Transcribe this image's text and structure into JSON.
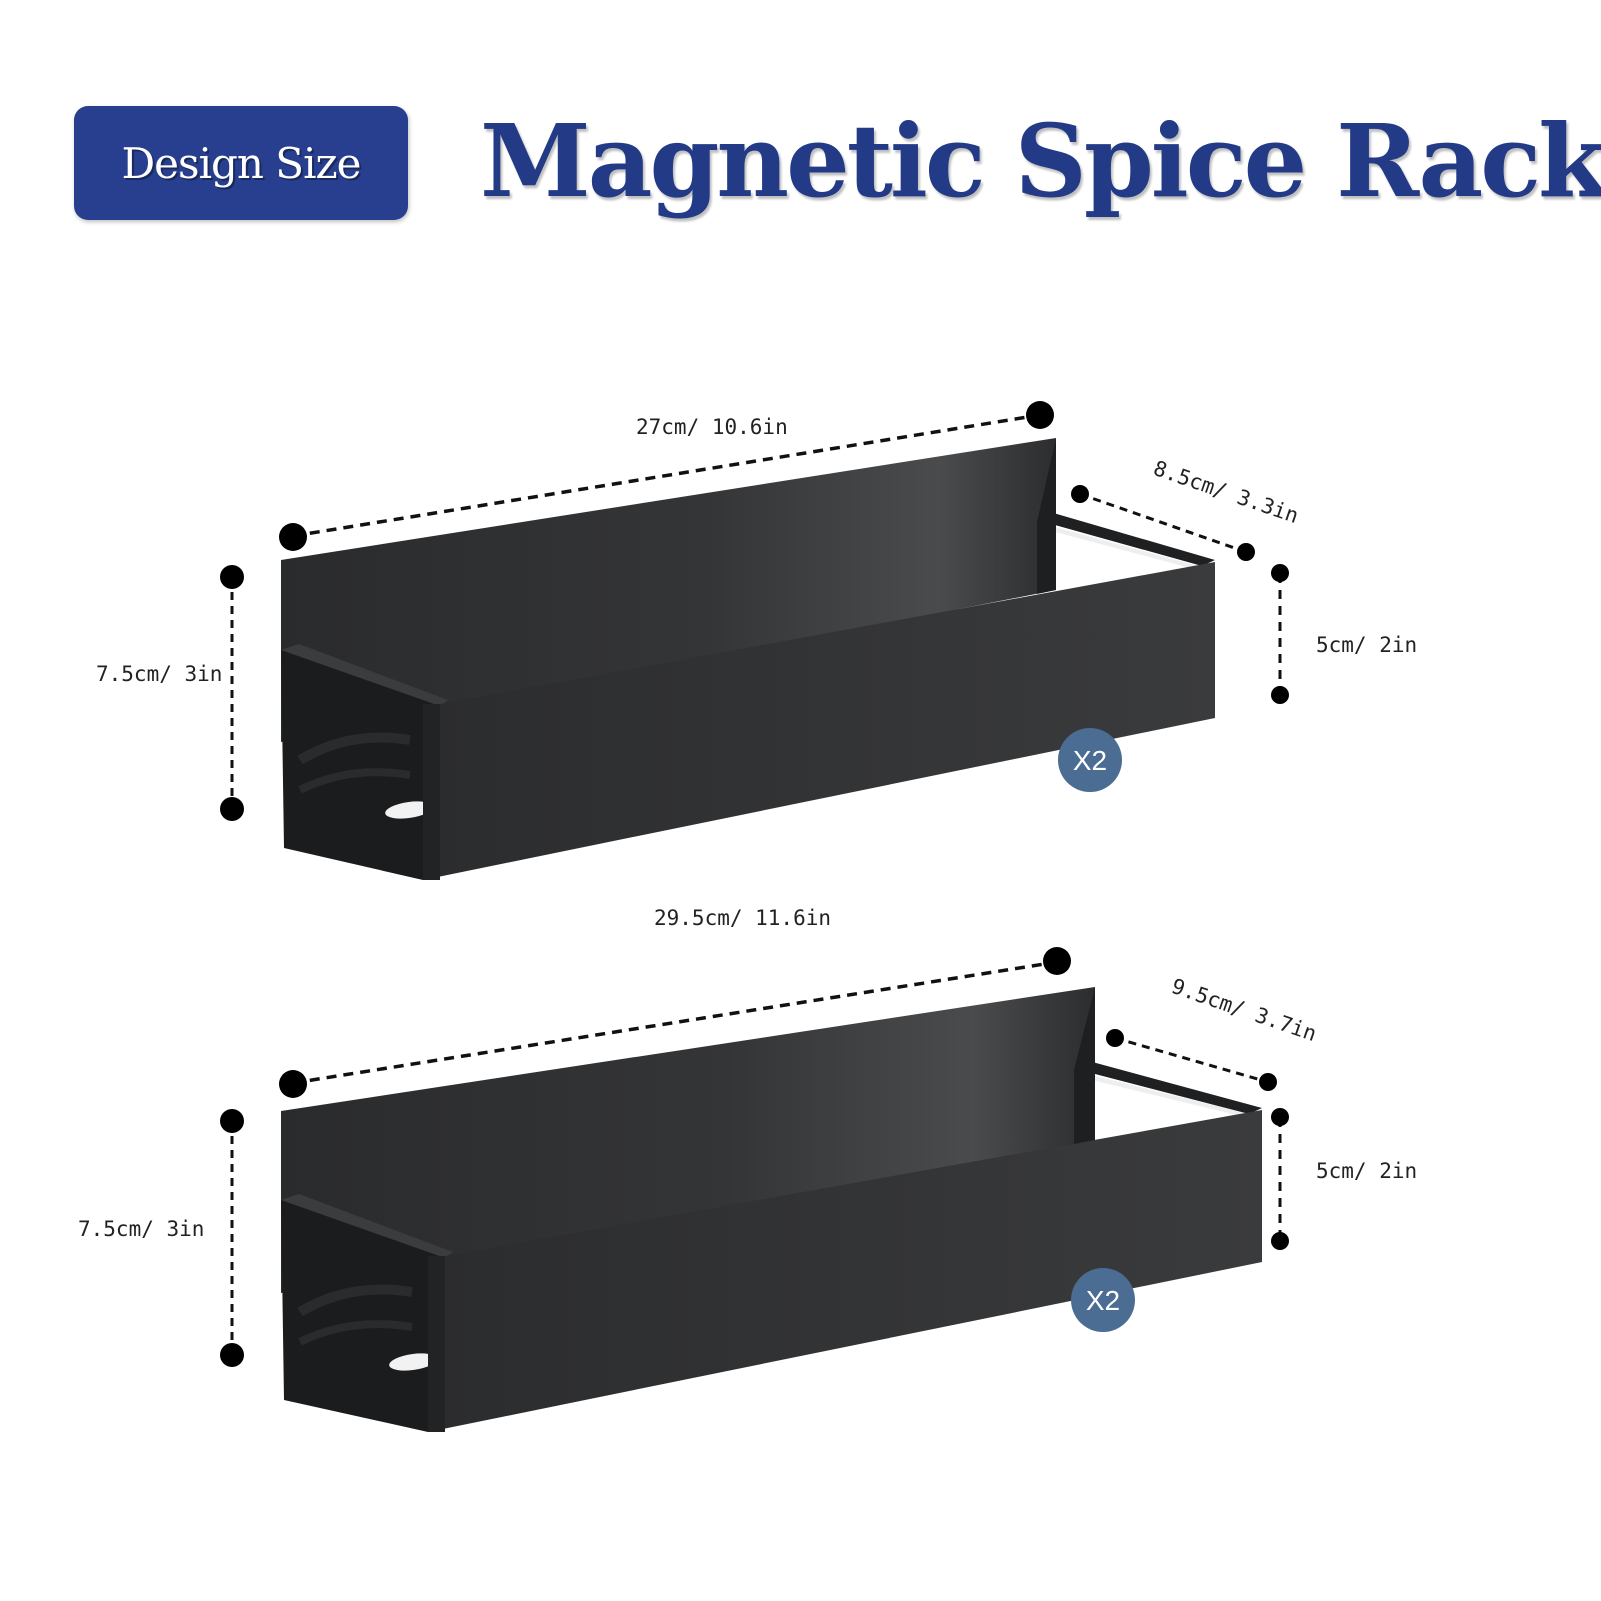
{
  "header": {
    "badge_label": "Design Size",
    "title": "Magnetic Spice Rack"
  },
  "colors": {
    "badge_bg": "#273f8e",
    "title": "#233a86",
    "rack": "#2e2f31",
    "quantity_badge": "#4b6c93",
    "dimension_line": "#111111"
  },
  "racks": [
    {
      "length": "27cm/ 10.6in",
      "depth": "8.5cm/ 3.3in",
      "front_height": "5cm/ 2in",
      "back_height": "7.5cm/ 3in",
      "quantity": "X2"
    },
    {
      "length": "29.5cm/ 11.6in",
      "depth": "9.5cm/ 3.7in",
      "front_height": "5cm/ 2in",
      "back_height": "7.5cm/ 3in",
      "quantity": "X2"
    }
  ]
}
